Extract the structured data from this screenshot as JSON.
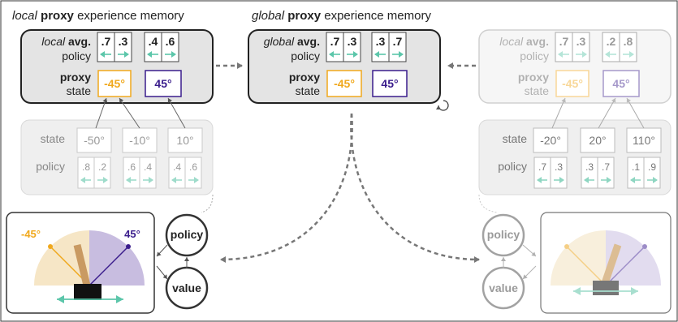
{
  "titles": {
    "local": {
      "italic": "local",
      "bold": "proxy",
      "rest": "experience memory"
    },
    "global": {
      "italic": "global",
      "bold": "proxy",
      "rest": "experience memory"
    }
  },
  "memory_labels": {
    "local_prefix": "local",
    "global_prefix": "global",
    "avg": "avg.",
    "policy": "policy",
    "proxy": "proxy",
    "state": "state"
  },
  "local_left": {
    "policies": [
      [
        ".7",
        ".3"
      ],
      [
        ".4",
        ".6"
      ]
    ],
    "proxy_states": [
      "-45°",
      "45°"
    ]
  },
  "global": {
    "policies": [
      [
        ".7",
        ".3"
      ],
      [
        ".3",
        ".7"
      ]
    ],
    "proxy_states": [
      "-45°",
      "45°"
    ]
  },
  "local_right": {
    "policies": [
      [
        ".7",
        ".3"
      ],
      [
        ".2",
        ".8"
      ]
    ],
    "proxy_states": [
      "-45°",
      "45°"
    ]
  },
  "experience_left": {
    "state_label": "state",
    "policy_label": "policy",
    "states": [
      "-50°",
      "-10°",
      "10°"
    ],
    "policies": [
      [
        ".8",
        ".2"
      ],
      [
        ".6",
        ".4"
      ],
      [
        ".4",
        ".6"
      ]
    ]
  },
  "experience_right": {
    "state_label": "state",
    "policy_label": "policy",
    "states": [
      "-20°",
      "20°",
      "110°"
    ],
    "policies": [
      [
        ".7",
        ".3"
      ],
      [
        ".3",
        ".7"
      ],
      [
        ".1",
        ".9"
      ]
    ]
  },
  "pendulum_left": {
    "angle_neg": "-45°",
    "angle_pos": "45°"
  },
  "agent_nodes": {
    "policy": "policy",
    "value": "value"
  },
  "colors": {
    "orange": "#f0a81c",
    "purple": "#3a1d8c",
    "teal": "#5cc6aa",
    "orange_fill": "#f6e6c6",
    "purple_fill": "#c8bde0",
    "box_bg": "#e6e6e6",
    "faded_bg": "#f0f0f0"
  }
}
